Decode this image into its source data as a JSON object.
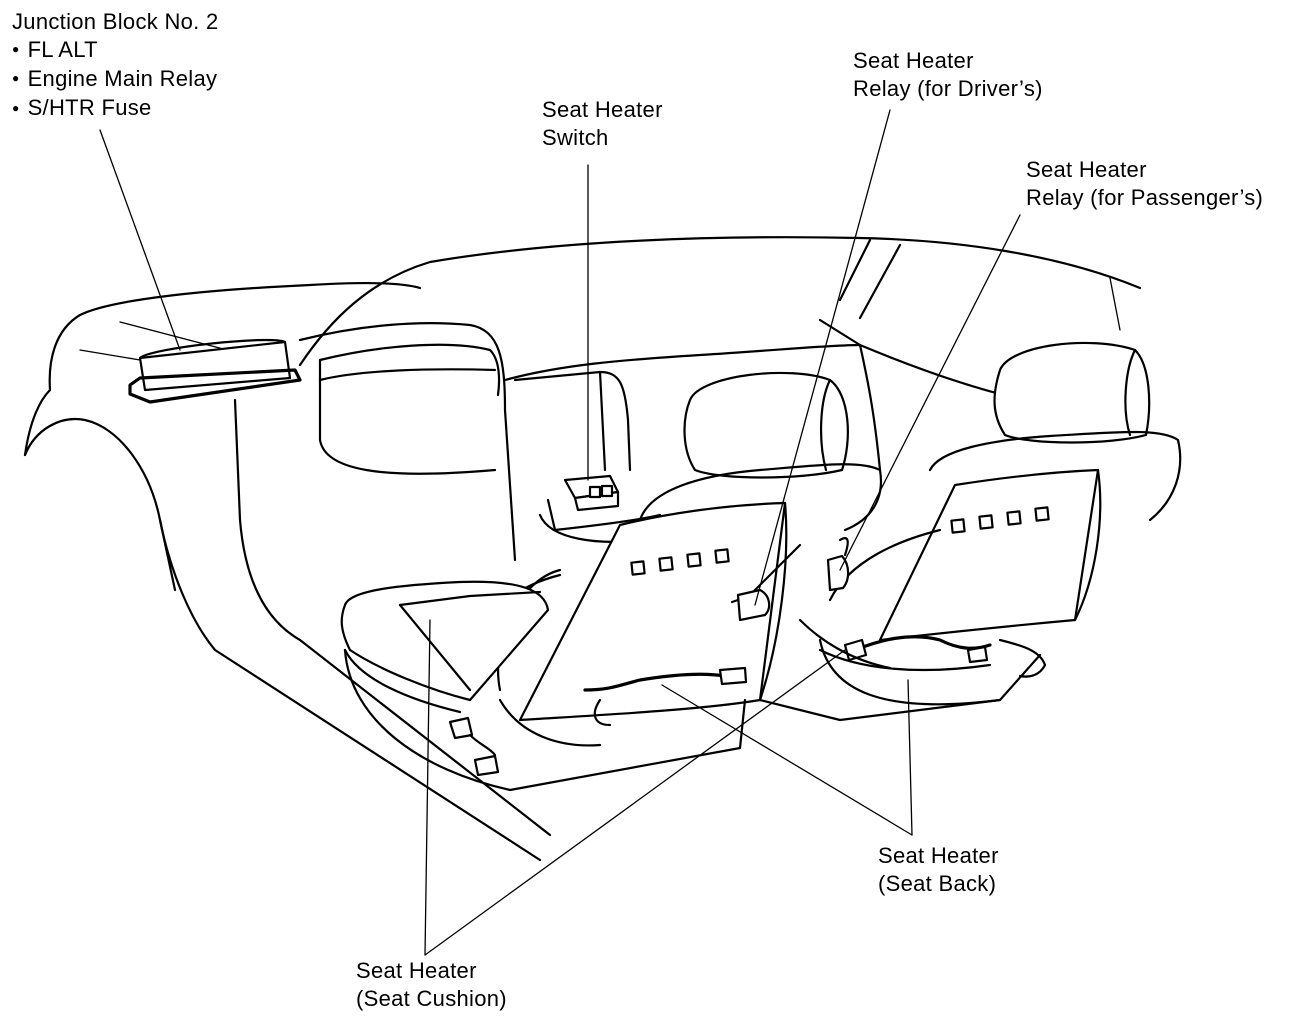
{
  "labels": {
    "junction_block": {
      "title": "Junction Block No. 2",
      "items": [
        "FL ALT",
        "Engine Main Relay",
        "S/HTR Fuse"
      ]
    },
    "seat_heater_switch": [
      "Seat Heater",
      "Switch"
    ],
    "relay_driver": [
      "Seat Heater",
      "Relay (for Driver’s)"
    ],
    "relay_passenger": [
      "Seat Heater",
      "Relay (for Passenger’s)"
    ],
    "seat_back": [
      "Seat Heater",
      "(Seat Back)"
    ],
    "seat_cushion": [
      "Seat Heater",
      "(Seat Cushion)"
    ]
  }
}
